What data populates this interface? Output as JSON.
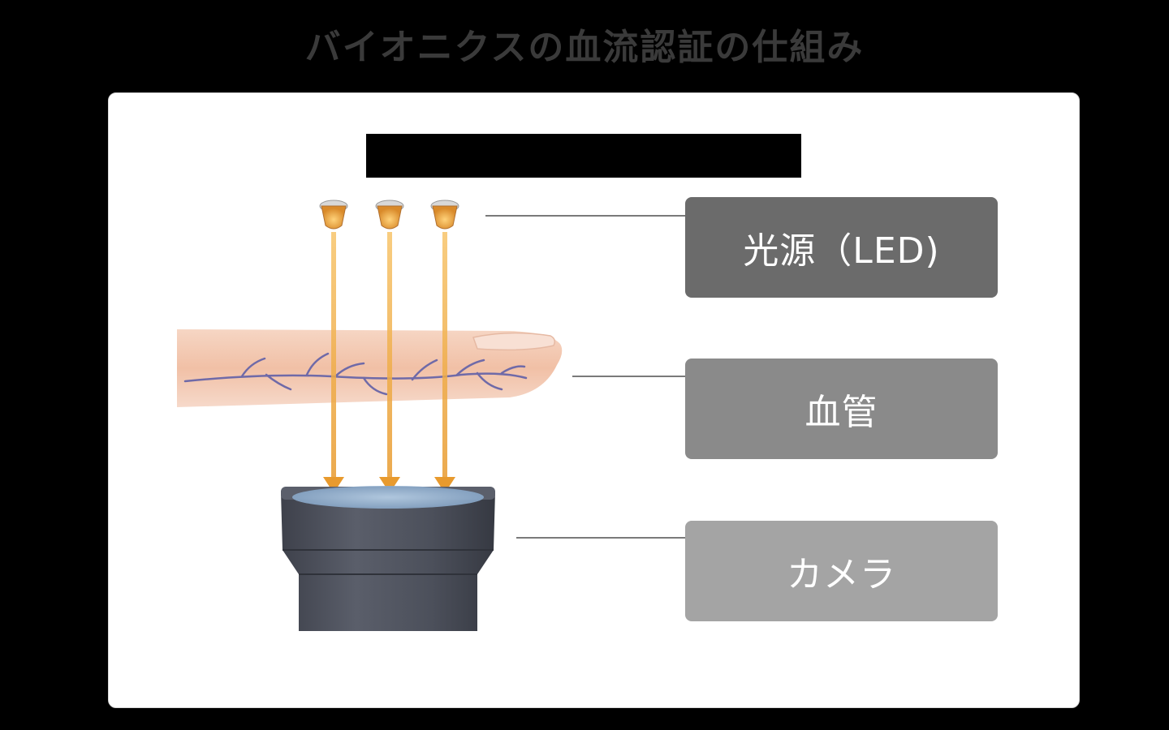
{
  "title": "バイオニクスの血流認証の仕組み",
  "labels": {
    "light_source": "光源（LED)",
    "blood_vessel": "血管",
    "camera": "カメラ"
  },
  "colors": {
    "background": "#000000",
    "card": "#ffffff",
    "title": "#3a3a3a",
    "light_source_box": "#6b6b6b",
    "blood_vessel_box": "#8a8a8a",
    "camera_box": "#a4a4a4",
    "connector": "#7a7a7a",
    "light_beam": "#e9a23b",
    "finger": "#f3c9b0",
    "vein": "#6f6aa8",
    "camera_body": "#4a4d57"
  }
}
